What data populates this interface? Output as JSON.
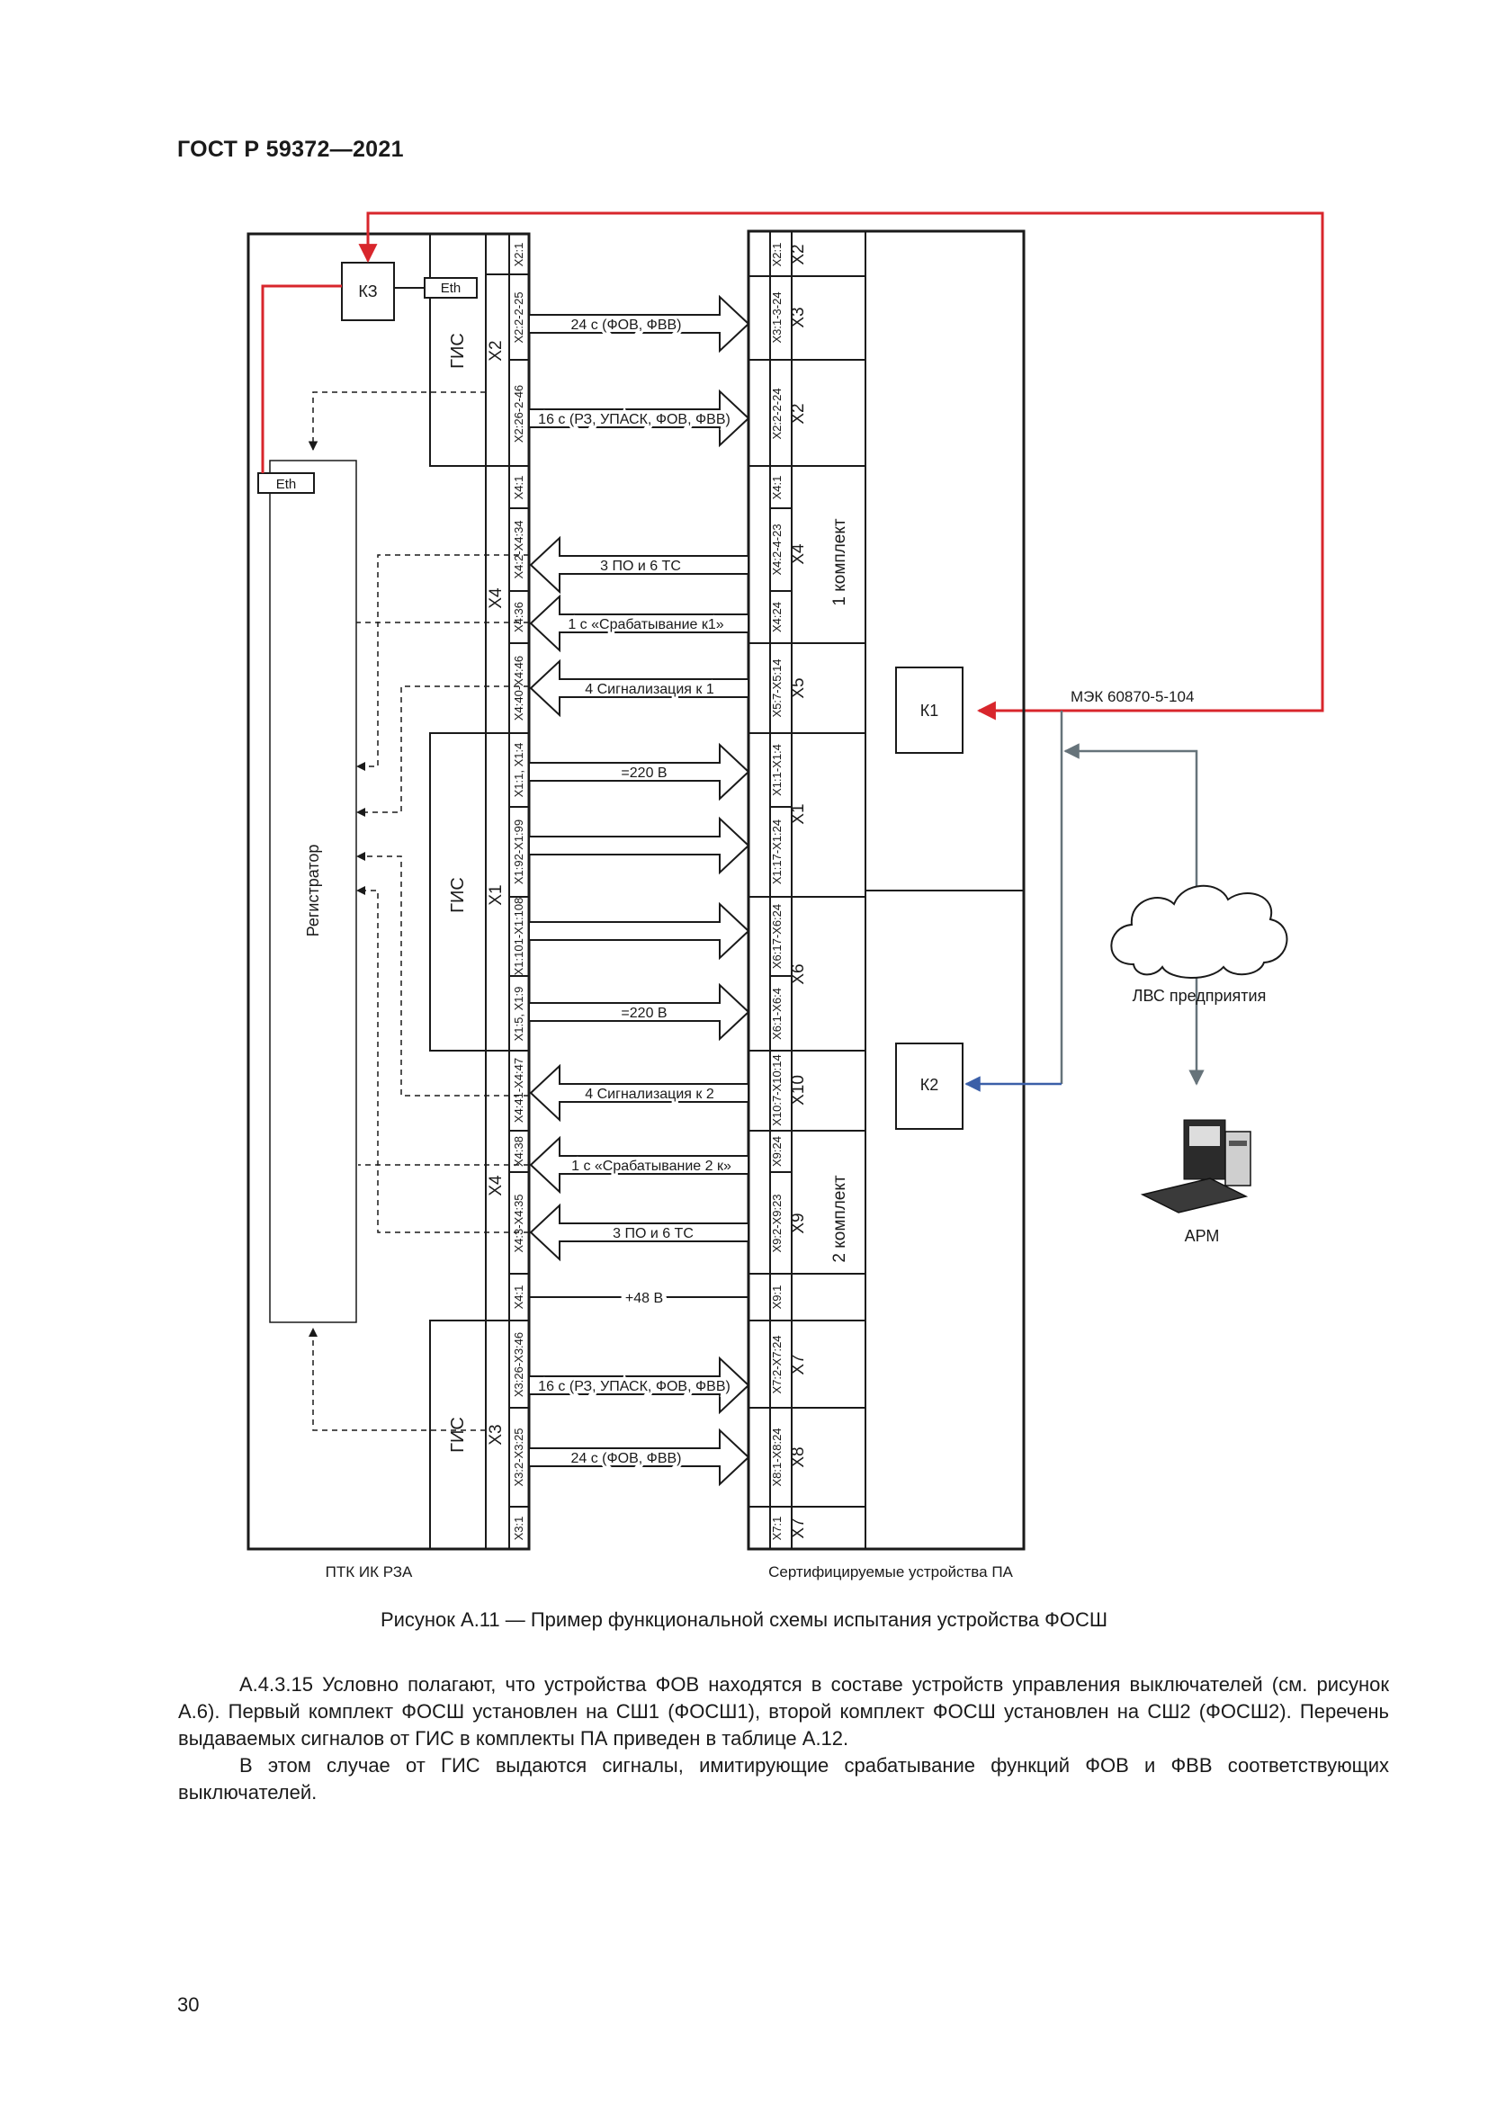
{
  "header": {
    "standard_id": "ГОСТ Р 59372—2021"
  },
  "diagram": {
    "left_system_label": "ПТК ИК РЗА",
    "right_system_label": "Сертифицируемые устройства ПА",
    "kz_label": "КЗ",
    "eth_label": "Eth",
    "registrar_label": "Регистратор",
    "gis_label": "ГИС",
    "set1_label": "1 комплект",
    "set2_label": "2 комплект",
    "k1_label": "К1",
    "k2_label": "К2",
    "protocol_label": "МЭК 60870-5-104",
    "lan_label": "ЛВС предприятия",
    "arm_label": "АРМ",
    "left_connectors": [
      {
        "group": "X2",
        "pins": [
          "X2:1",
          "X2:2-2-25",
          "X2:26-2-46"
        ]
      },
      {
        "group": "X4",
        "pins": [
          "X4:1",
          "X4:2-X4:34",
          "X4:36",
          "X4:40-X4:46"
        ]
      },
      {
        "group": "X1",
        "pins": [
          "X1:1, X1:4",
          "X1:92-X1:99",
          "X1:101-X1:108",
          "X1:5, X1:9"
        ]
      },
      {
        "group": "X4",
        "pins": [
          "X4:41-X4:47",
          "X4:38",
          "X4:3-X4:35",
          "X4:1"
        ]
      },
      {
        "group": "X3",
        "pins": [
          "X3:26-X3:46",
          "X3:2-X3:25",
          "X3:1"
        ]
      }
    ],
    "right_connectors": [
      {
        "group": "X2",
        "pin": "X2:1"
      },
      {
        "group": "X3",
        "pin": "X3:1-3-24"
      },
      {
        "group": "X2",
        "pin": "X2:2-2-24"
      },
      {
        "group": "X4",
        "pin": "X4:1"
      },
      {
        "group": "X4",
        "pin": "X4:2-4-23"
      },
      {
        "group": "X4",
        "pin": "X4:24"
      },
      {
        "group": "X5",
        "pin": "X5:7-X5:14"
      },
      {
        "group": "X1",
        "pin": "X1:1-X1:4"
      },
      {
        "group": "X1",
        "pin": "X1:17-X1:24"
      },
      {
        "group": "X6",
        "pin": "X6:17-X6:24"
      },
      {
        "group": "X6",
        "pin": "X6:1-X6:4"
      },
      {
        "group": "X10",
        "pin": "X10:7-X10:14"
      },
      {
        "group": "X9",
        "pin": "X9:24"
      },
      {
        "group": "X9",
        "pin": "X9:2-X9:23"
      },
      {
        "group": "X9",
        "pin": "X9:1"
      },
      {
        "group": "X7",
        "pin": "X7:2-X7:24"
      },
      {
        "group": "X8",
        "pin": "X8:1-X8:24"
      },
      {
        "group": "X7",
        "pin": "X7:1"
      }
    ],
    "signals": [
      {
        "label": "24 с (ФОВ, ФВВ)",
        "direction": "to-device"
      },
      {
        "label": "16 с (РЗ, УПАСК, ФОВ, ФВВ)",
        "direction": "to-device"
      },
      {
        "label": "3 ПО и 6 ТС",
        "direction": "to-ptk"
      },
      {
        "label": "1 с «Срабатывание к1»",
        "direction": "to-ptk"
      },
      {
        "label": "4 Сигнализация к 1",
        "direction": "to-ptk"
      },
      {
        "label": "=220 В",
        "direction": "to-device"
      },
      {
        "label": "",
        "direction": "to-device"
      },
      {
        "label": "",
        "direction": "to-device"
      },
      {
        "label": "=220 В",
        "direction": "to-device"
      },
      {
        "label": "4 Сигнализация к 2",
        "direction": "to-ptk"
      },
      {
        "label": "1 с «Срабатывание 2 к»",
        "direction": "to-ptk"
      },
      {
        "label": "3 ПО и 6 ТС",
        "direction": "to-ptk"
      },
      {
        "label": "+48 В",
        "direction": "line"
      },
      {
        "label": "16 с (РЗ, УПАСК, ФОВ, ФВВ)",
        "direction": "to-device"
      },
      {
        "label": "24 с (ФОВ, ФВВ)",
        "direction": "to-device"
      }
    ],
    "colors": {
      "link_red": "#d8262c",
      "link_blue": "#3b5fa8",
      "link_gray": "#66737a"
    }
  },
  "caption": "Рисунок А.11 — Пример функциональной схемы испытания устройства ФОСШ",
  "paragraphs": [
    "А.4.3.15 Условно полагают, что устройства ФОВ находятся в составе устройств управления выключателей (см. рисунок А.6). Первый комплект ФОСШ установлен на СШ1 (ФОСШ1), второй комплект ФОСШ установлен на СШ2 (ФОСШ2). Перечень выдаваемых сигналов от ГИС в комплекты ПА приведен в таблице А.12.",
    "В этом случае от ГИС выдаются сигналы, имитирующие срабатывание функций ФОВ и ФВВ соответствующих выключателей."
  ],
  "page_number": "30"
}
